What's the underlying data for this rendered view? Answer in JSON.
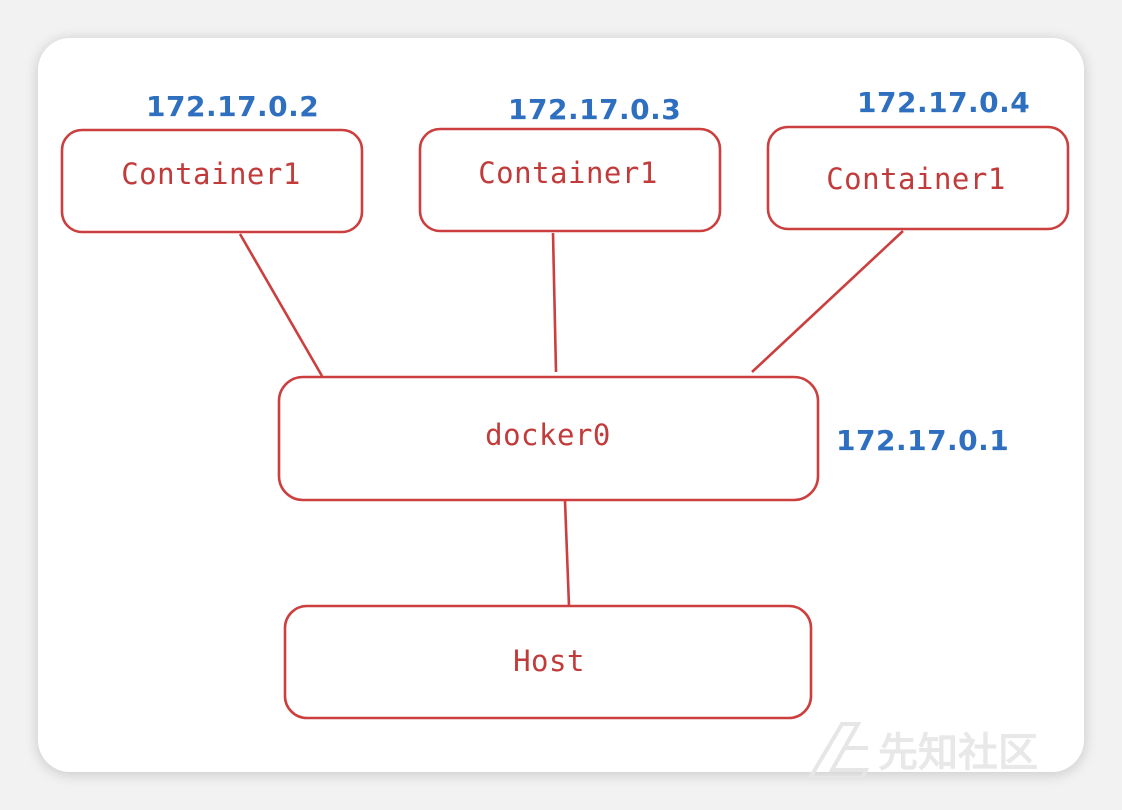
{
  "diagram": {
    "containers": [
      {
        "label": "Container1",
        "ip": "172.17.0.2"
      },
      {
        "label": "Container1",
        "ip": "172.17.0.3"
      },
      {
        "label": "Container1",
        "ip": "172.17.0.4"
      }
    ],
    "bridge": {
      "label": "docker0",
      "ip": "172.17.0.1"
    },
    "host": {
      "label": "Host"
    },
    "edges": [
      {
        "from": "containers.0",
        "to": "bridge"
      },
      {
        "from": "containers.1",
        "to": "bridge"
      },
      {
        "from": "containers.2",
        "to": "bridge"
      },
      {
        "from": "bridge",
        "to": "host"
      }
    ],
    "colors": {
      "node_stroke": "#cc3f3f",
      "node_text": "#c23b3b",
      "ip_text": "#2f6fc0"
    }
  },
  "watermark": {
    "text": "先知社区",
    "icon": "xianzhi-logo-icon"
  }
}
